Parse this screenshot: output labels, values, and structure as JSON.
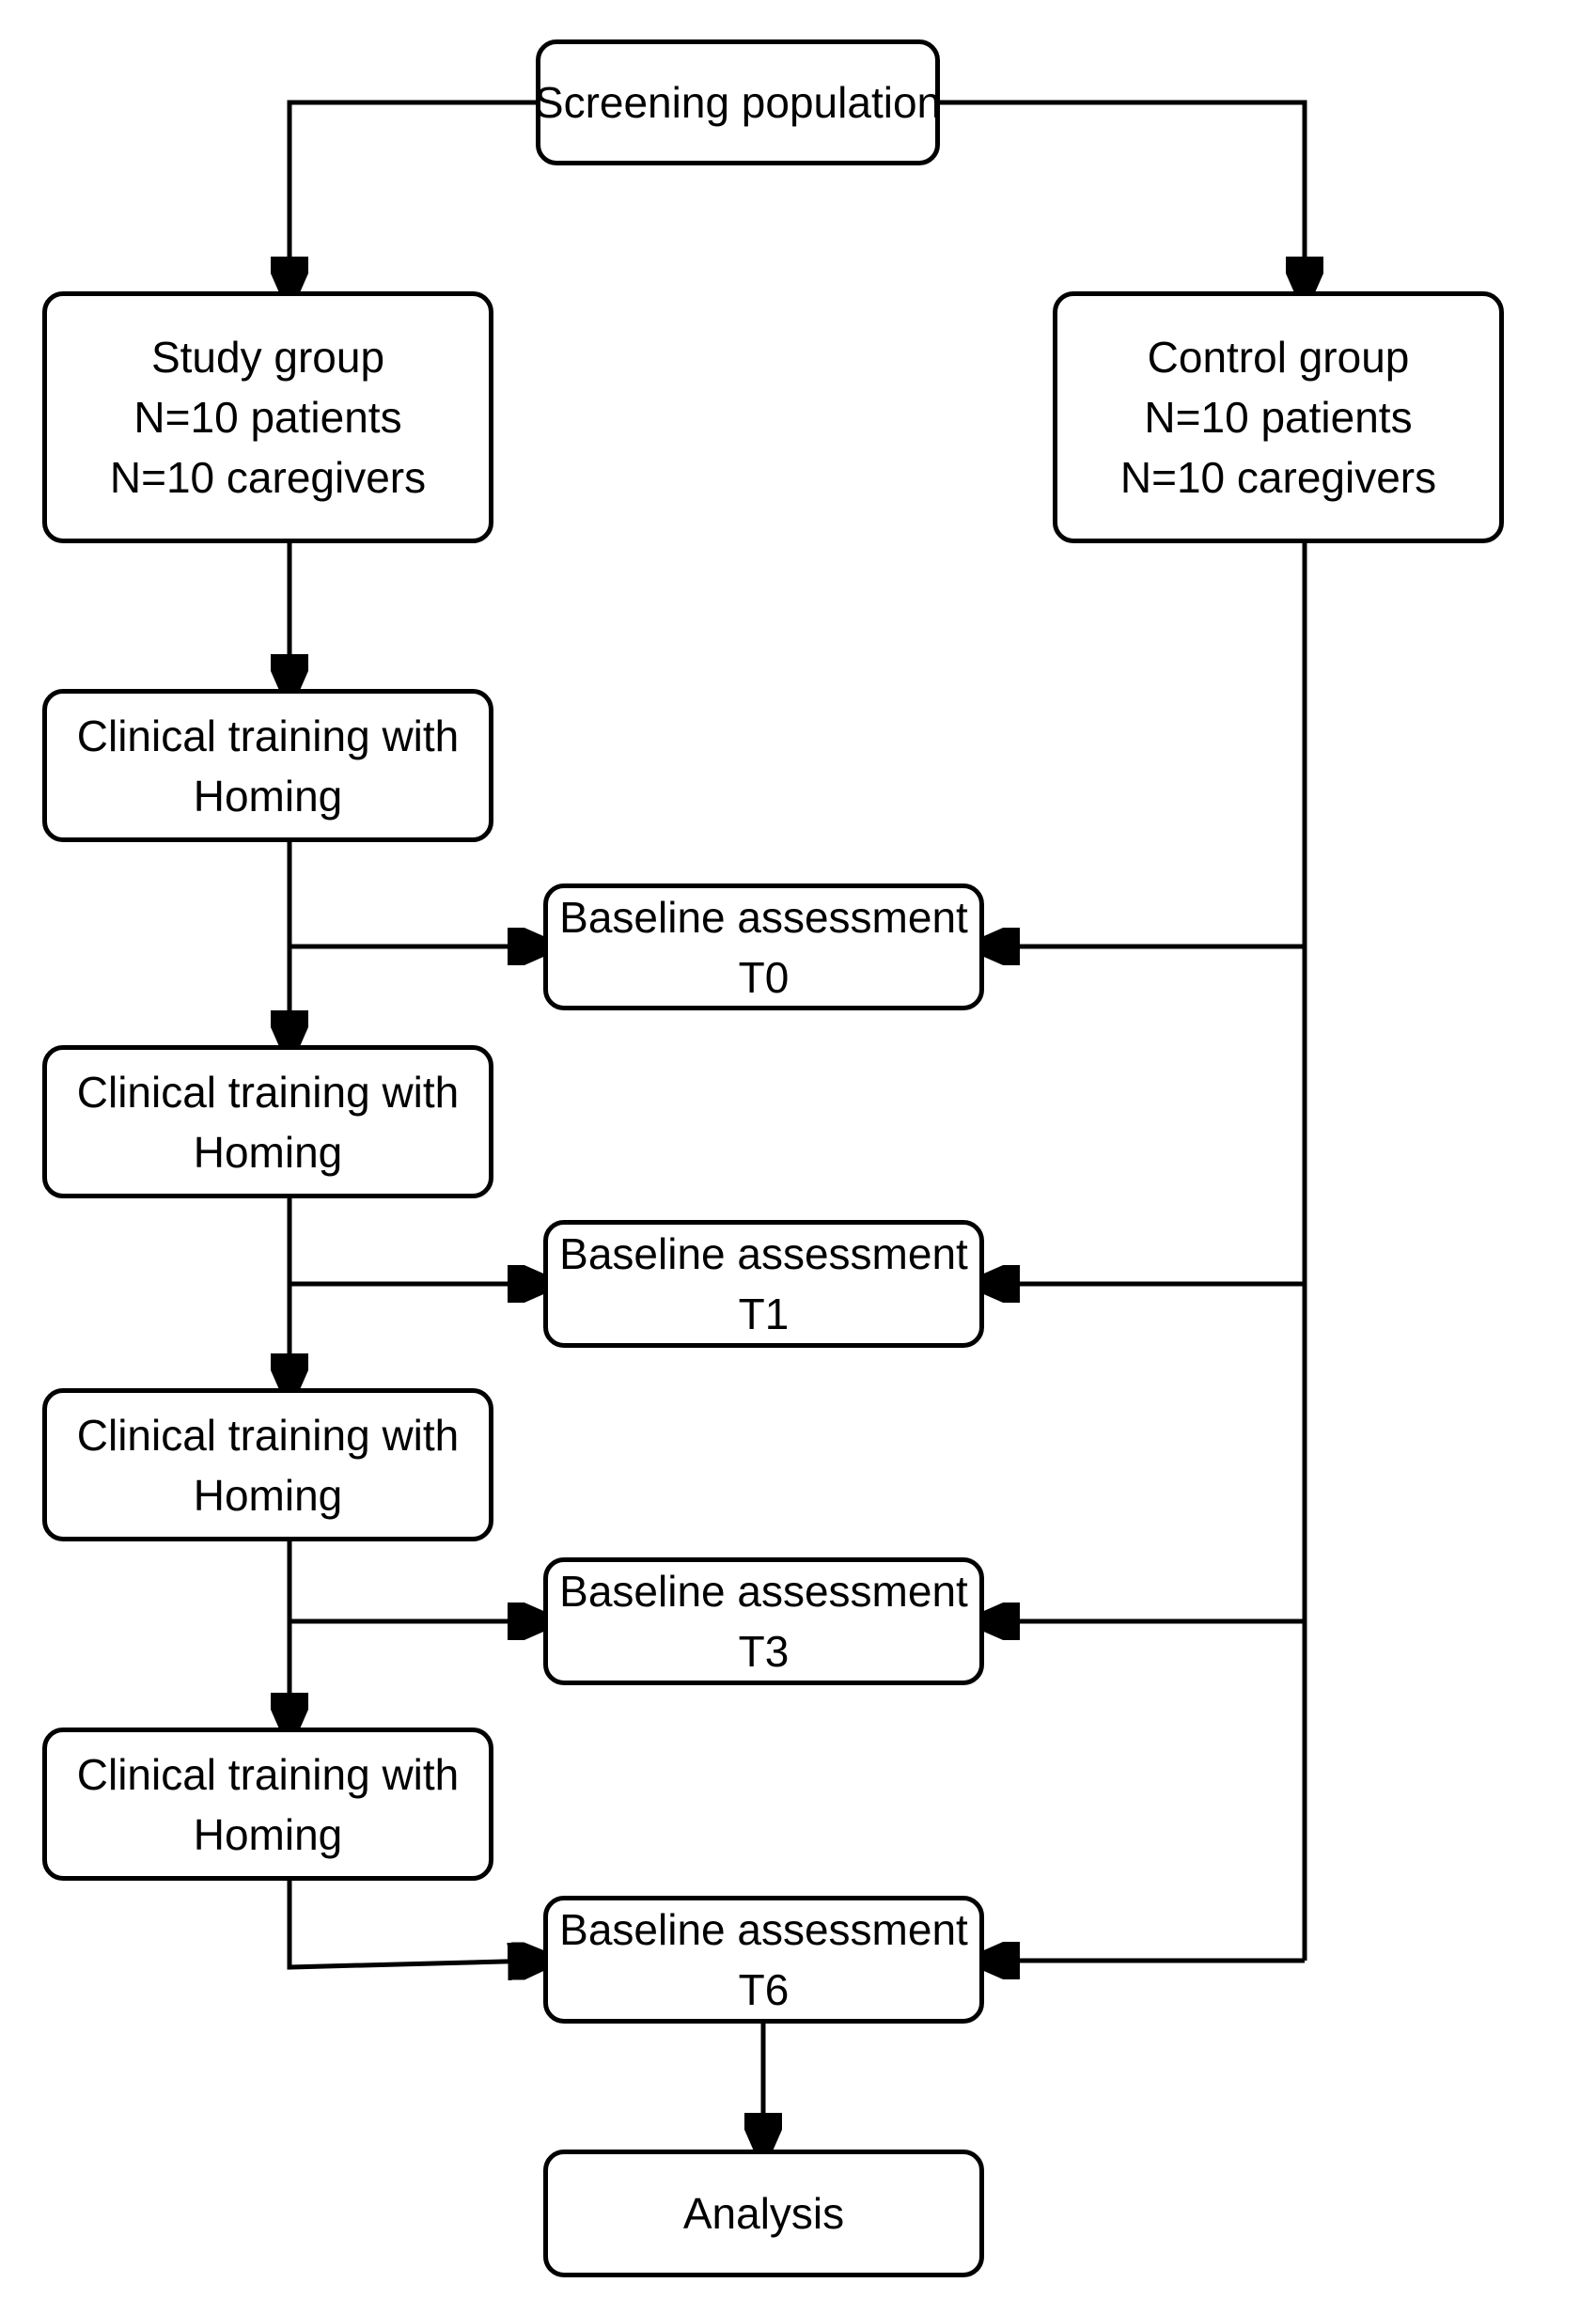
{
  "diagram": {
    "colors": {
      "background": "#ffffff",
      "node_fill": "#ffffff",
      "node_border": "#000000",
      "connector": "#000000",
      "text": "#000000"
    },
    "nodes": {
      "screening": {
        "label": "Screening population"
      },
      "study_group": {
        "line1": "Study group",
        "line2": "N=10 patients",
        "line3": "N=10 caregivers"
      },
      "control_group": {
        "line1": "Control group",
        "line2": "N=10 patients",
        "line3": "N=10 caregivers"
      },
      "trainings": [
        {
          "line1": "Clinical training with",
          "line2": "Homing"
        },
        {
          "line1": "Clinical training with",
          "line2": "Homing"
        },
        {
          "line1": "Clinical training with",
          "line2": "Homing"
        },
        {
          "line1": "Clinical training with",
          "line2": "Homing"
        }
      ],
      "assessments": [
        {
          "line1": "Baseline assessment",
          "line2": "T0"
        },
        {
          "line1": "Baseline assessment",
          "line2": "T1"
        },
        {
          "line1": "Baseline assessment",
          "line2": "T3"
        },
        {
          "line1": "Baseline assessment",
          "line2": "T6"
        }
      ],
      "analysis": {
        "label": "Analysis"
      }
    }
  }
}
